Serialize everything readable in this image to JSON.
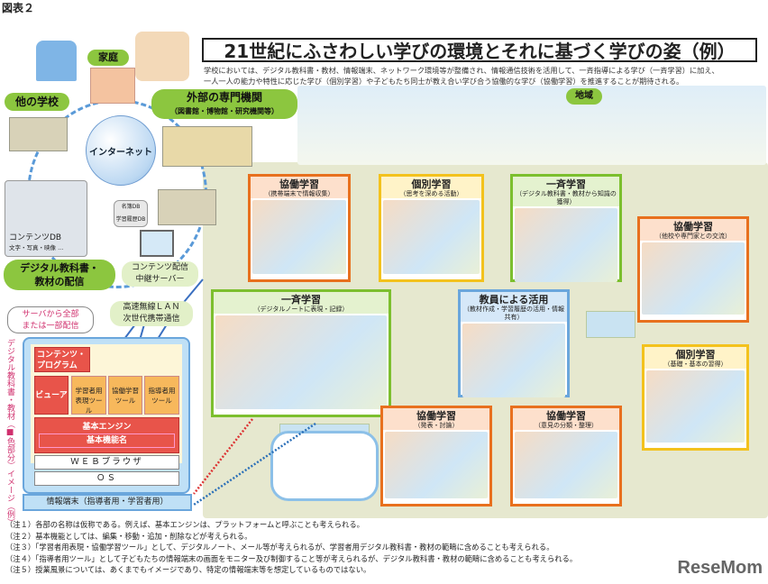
{
  "figure_label": "図表２",
  "title": "21世紀にふさわしい学びの環境とそれに基づく学びの姿（例）",
  "description": [
    "学校においては、デジタル教科書・教材、情報端末、ネットワーク環境等が整備され、情報通信技術を活用して、一斉指導による学び（一斉学習）に加え、",
    "一人一人の能力や特性に応じた学び（個別学習）や子どもたち同士が教え合い学び合う協働的な学び（協働学習）を推進することが期待される。"
  ],
  "network": {
    "home": "家庭",
    "other_school": "他の学校",
    "external": "外部の専門機関",
    "external_sub": "（図書館・博物館・研究機関等）",
    "internet": "インターネット",
    "content_db": "コンテンツDB",
    "content_db_sub": "文字・写真・映像 ...",
    "roster_db": "名簿DB",
    "history_db": "学習履歴DB",
    "relay_server": [
      "コンテンツ配信",
      "中継サーバー"
    ],
    "delivery": [
      "デジタル教科書・",
      "教材の配信"
    ],
    "community": "地域"
  },
  "panels": [
    {
      "title": "協働学習",
      "sub": "（携帯端末で情報収集）",
      "color": "orange"
    },
    {
      "title": "個別学習",
      "sub": "（思考を深める活動）",
      "color": "yellow"
    },
    {
      "title": "一斉学習",
      "sub": "（デジタル教科書・教材から知識の獲得）",
      "color": "green"
    },
    {
      "title": "協働学習",
      "sub": "（他校や専門家との交流）",
      "color": "orange"
    },
    {
      "title": "一斉学習",
      "sub": "（デジタルノートに表現・記録）",
      "color": "green"
    },
    {
      "title": "教員による活用",
      "sub": "（教材作成・学習履歴の活用・情報共有）",
      "color": "blue"
    },
    {
      "title": "個別学習",
      "sub": "（基礎・基本の習得）",
      "color": "yellow"
    },
    {
      "title": "協働学習",
      "sub": "（発表・討論）",
      "color": "orange"
    },
    {
      "title": "協働学習",
      "sub": "（意見の分類・整理）",
      "color": "orange"
    }
  ],
  "stack": {
    "bubble": [
      "サーバから全部",
      "または一部配信"
    ],
    "lan": [
      "高速無線ＬＡＮ",
      "次世代携帯通信"
    ],
    "vertical": "デジタル教科書・教材（■色部分）イメージ（例）",
    "content_program": [
      "コンテンツ・",
      "プログラム"
    ],
    "viewer": "ビューア",
    "learner_tool": [
      "学習者用",
      "表現ツール"
    ],
    "collab_tool": [
      "協働学習",
      "ツール"
    ],
    "teacher_tool": [
      "指導者用",
      "ツール"
    ],
    "engine": "基本エンジン",
    "functions": "基本機能名",
    "browser": "ＷＥＢブラウザ",
    "os": "ＯＳ",
    "terminal": "情報端末（指導者用・学習者用）"
  },
  "notes": [
    "（注１）各部の名称は仮称である。例えば、基本エンジンは、プラットフォームと呼ぶことも考えられる。",
    "（注２）基本機能としては、編集・移動・追加・削除などが考えられる。",
    "（注３）「学習者用表現・協働学習ツール」として、デジタルノート、メール等が考えられるが、学習者用デジタル教科書・教材の範疇に含めることも考えられる。",
    "（注４）「指導者用ツール」として子どもたちの情報端末の画面をモニター及び制御すること等が考えられるが、デジタル教科書・教材の範疇に含めることも考えられる。",
    "（注５）授業風景については、あくまでもイメージであり、特定の情報端末等を想定しているものではない。"
  ],
  "watermark": "ReseMom"
}
